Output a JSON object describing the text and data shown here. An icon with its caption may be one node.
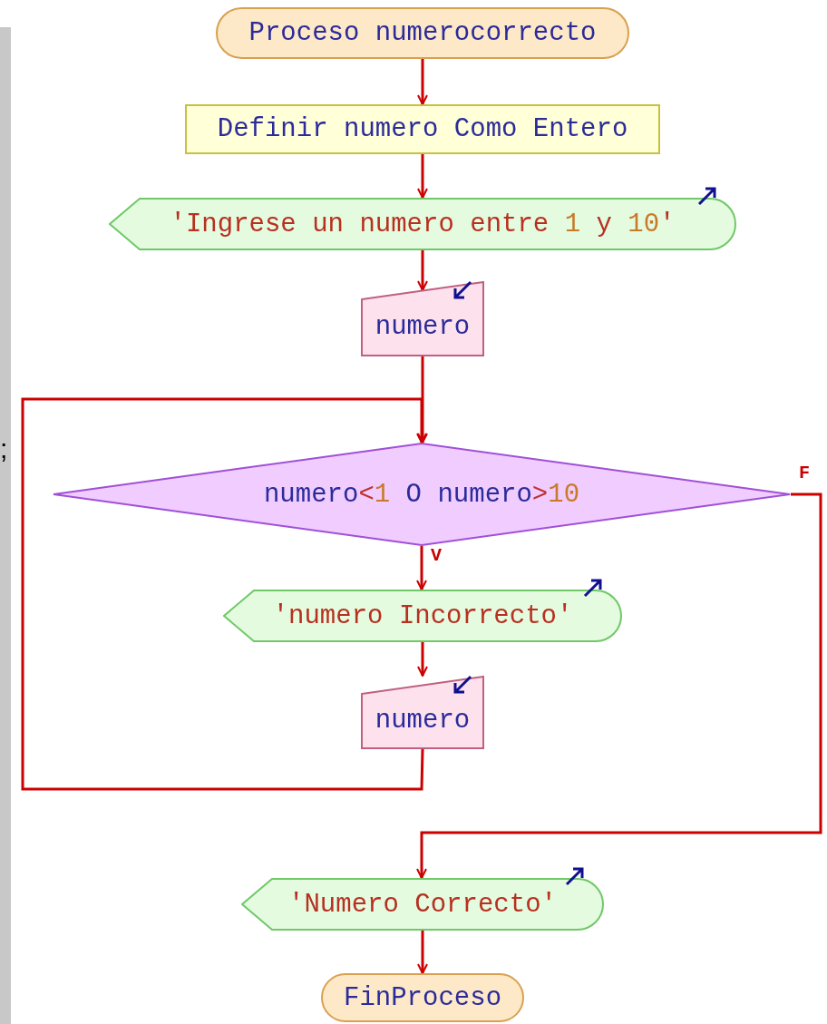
{
  "diagram": {
    "nodes": [
      {
        "text": [
          "Proceso numerocorrecto"
        ]
      },
      {
        "text": [
          "Definir numero Como Entero"
        ]
      },
      {
        "text": [
          "'Ingrese un numero entre 1 y 10'"
        ]
      },
      {
        "text": [
          "numero"
        ]
      },
      {
        "text": [
          "numero<1 O numero>10"
        ]
      },
      {
        "text": [
          "'numero Incorrecto'"
        ]
      },
      {
        "text": [
          "numero"
        ]
      },
      {
        "text": [
          "'Numero Correcto'"
        ]
      },
      {
        "text": [
          "FinProceso"
        ]
      }
    ],
    "edges": [
      {
        "from": 0,
        "to": 1,
        "arrow": "to"
      },
      {
        "from": 1,
        "to": 2,
        "arrow": "to"
      },
      {
        "from": 2,
        "to": 3,
        "arrow": "to"
      },
      {
        "from": 3,
        "to": 4,
        "arrow": "to"
      },
      {
        "from": 4,
        "to": 5,
        "arrow": "to",
        "label": "V"
      },
      {
        "from": 5,
        "to": 6,
        "arrow": "to"
      },
      {
        "from": 6,
        "to": 4,
        "arrow": "to"
      },
      {
        "from": 4,
        "to": 7,
        "arrow": "to",
        "label": "F"
      },
      {
        "from": 7,
        "to": 8,
        "arrow": "to"
      }
    ],
    "labels": [
      ";"
    ]
  }
}
